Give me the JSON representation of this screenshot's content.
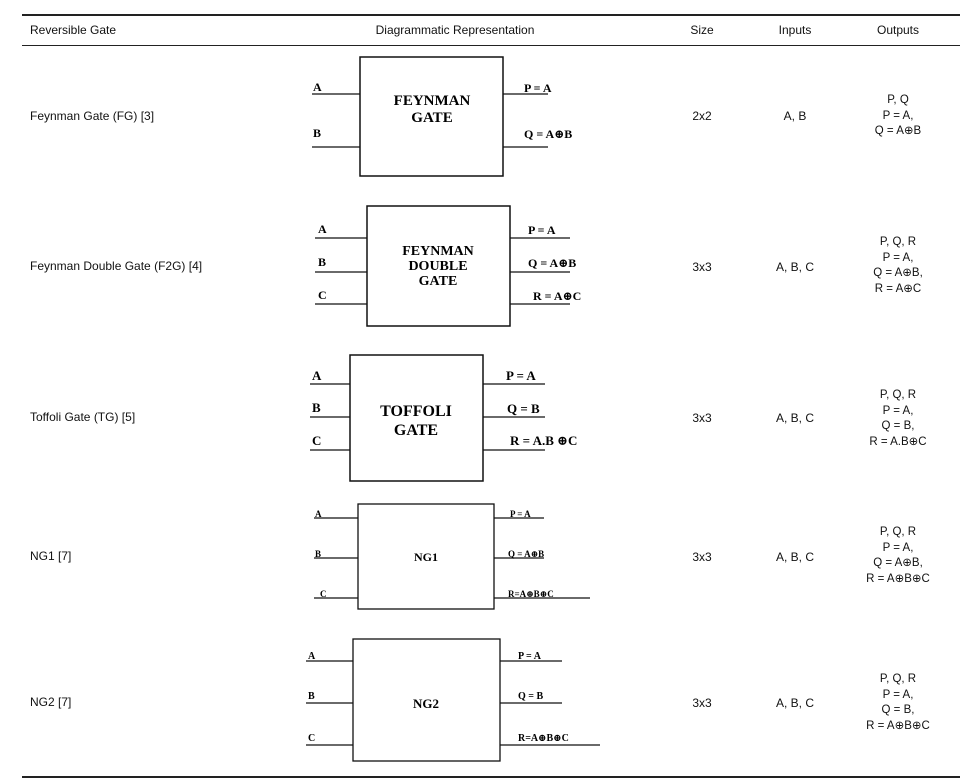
{
  "table": {
    "headers": {
      "gate": "Reversible Gate",
      "diagram": "Diagrammatic Representation",
      "size": "Size",
      "inputs": "Inputs",
      "outputs": "Outputs"
    },
    "rows": [
      {
        "gate": "Feynman Gate (FG) [3]",
        "size": "2x2",
        "inputs": "A, B",
        "outputs": [
          "P, Q",
          "P = A,",
          "Q = A⊕B"
        ],
        "diagram": {
          "title": [
            "FEYNMAN",
            "GATE"
          ],
          "in_labels": [
            "A",
            "B"
          ],
          "out_labels": [
            "P = A",
            "Q = A⊕B"
          ]
        }
      },
      {
        "gate": "Feynman Double Gate (F2G) [4]",
        "size": "3x3",
        "inputs": "A, B, C",
        "outputs": [
          "P, Q, R",
          "P = A,",
          "Q = A⊕B,",
          "R = A⊕C"
        ],
        "diagram": {
          "title": [
            "FEYNMAN",
            "DOUBLE",
            "GATE"
          ],
          "in_labels": [
            "A",
            "B",
            "C"
          ],
          "out_labels": [
            "P = A",
            "Q = A⊕B",
            "R = A⊕C"
          ]
        }
      },
      {
        "gate": "Toffoli Gate (TG) [5]",
        "size": "3x3",
        "inputs": "A, B, C",
        "outputs": [
          "P, Q, R",
          "P = A,",
          "Q = B,",
          "R = A.B⊕C"
        ],
        "diagram": {
          "title": [
            "TOFFOLI",
            "GATE"
          ],
          "in_labels": [
            "A",
            "B",
            "C"
          ],
          "out_labels": [
            "P = A",
            "Q = B",
            "R = A.B ⊕C"
          ]
        }
      },
      {
        "gate": "NG1 [7]",
        "size": "3x3",
        "inputs": "A, B, C",
        "outputs": [
          "P, Q, R",
          "P = A,",
          "Q = A⊕B,",
          "R = A⊕B⊕C"
        ],
        "diagram": {
          "title": [
            "NG1"
          ],
          "in_labels": [
            "A",
            "B",
            "C"
          ],
          "out_labels": [
            "P = A",
            "Q = A⊕B",
            "R=A⊕B⊕C"
          ]
        }
      },
      {
        "gate": "NG2 [7]",
        "size": "3x3",
        "inputs": "A, B, C",
        "outputs": [
          "P, Q, R",
          "P = A,",
          "Q = B,",
          "R = A⊕B⊕C"
        ],
        "diagram": {
          "title": [
            "NG2"
          ],
          "in_labels": [
            "A",
            "B",
            "C"
          ],
          "out_labels": [
            "P = A",
            "Q = B",
            "R=A⊕B⊕C"
          ]
        }
      }
    ]
  }
}
